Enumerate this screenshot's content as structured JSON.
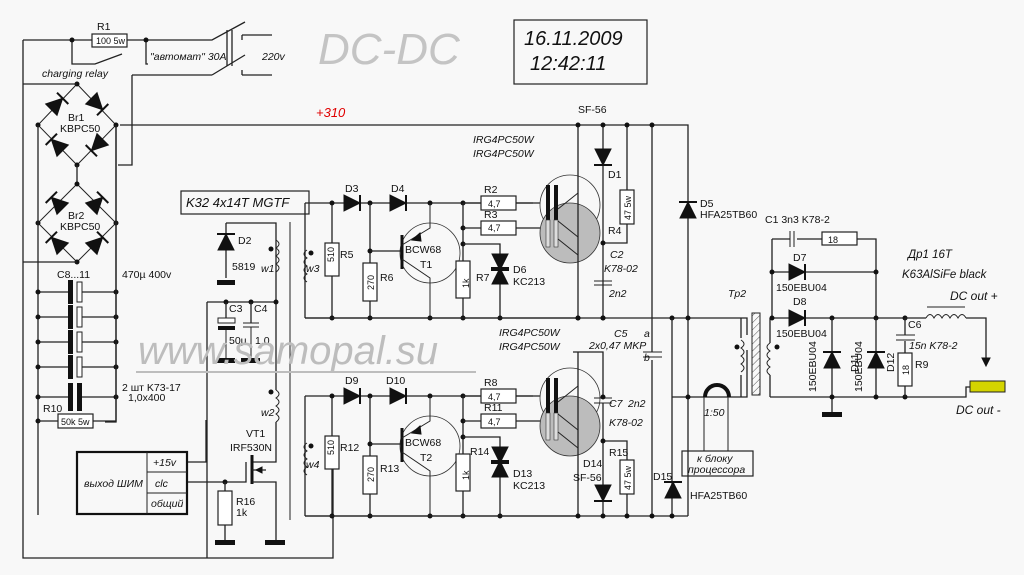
{
  "title": "DC-DC",
  "datetime": {
    "date": "16.11.2009",
    "time": "12:42:11"
  },
  "watermark": "www.samopal.su",
  "rail_label": "+310",
  "colors": {
    "rail": "#e00000",
    "output_connector": "#d4d400",
    "watermark": "#bdbdbd"
  },
  "input": {
    "r1_name": "R1",
    "r1_value": "100 5w",
    "relay_label": "charging relay",
    "breaker_label": "\"автомат\" 30A",
    "mains_label": "220v"
  },
  "bridges": [
    {
      "name": "Br1",
      "part": "KBPC50"
    },
    {
      "name": "Br2",
      "part": "KBPC50"
    }
  ],
  "capacitor_bank": {
    "name": "C8...11",
    "value": "470µ 400v",
    "film_note_line1": "2 шт K73-17",
    "film_note_line2": "1,0x400",
    "r10_name": "R10",
    "r10_value": "50k 5w"
  },
  "aux_supply": {
    "core_label": "K32 4x14T MGTF",
    "d2_name": "D2",
    "d2_part": "5819",
    "c3_name": "C3",
    "c3_value": "50µ",
    "c4_name": "C4",
    "c4_value": "1.0",
    "windings": [
      "w1",
      "w2",
      "w3",
      "w4"
    ],
    "vt1_name": "VT1",
    "vt1_part": "IRF530N",
    "r16_name": "R16",
    "r16_value": "1k"
  },
  "pwm_block": {
    "title": "выход ШИМ",
    "pins": [
      "+15v",
      "clc",
      "общий"
    ]
  },
  "driver_top": {
    "d3": "D3",
    "d4": "D4",
    "r5_name": "R5",
    "r5_value": "510",
    "r6_name": "R6",
    "r6_value": "270",
    "t_part": "BCW68",
    "t_name": "T1",
    "r7_name": "R7",
    "r7_value": "1k",
    "zener_name": "D6",
    "zener_part": "KC213",
    "r2_name": "R2",
    "r2_value": "4,7",
    "r3_name": "R3",
    "r3_value": "4,7"
  },
  "driver_bottom": {
    "d9": "D9",
    "d10": "D10",
    "r12_name": "R12",
    "r12_value": "510",
    "r13_name": "R13",
    "r13_value": "270",
    "t_part": "BCW68",
    "t_name": "T2",
    "r14_name": "R14",
    "r14_value": "1k",
    "zener_name": "D13",
    "zener_part": "KC213",
    "r8_name": "R8",
    "r8_value": "4,7",
    "r11_name": "R11",
    "r11_value": "4,7"
  },
  "igbt_top": {
    "part1": "IRG4PC50W",
    "part2": "IRG4PC50W"
  },
  "igbt_bottom": {
    "part1": "IRG4PC50W",
    "part2": "IRG4PC50W"
  },
  "snubber_top": {
    "diode_part": "SF-56",
    "diode_name": "D1",
    "r4_name": "R4",
    "r4_value": "47 5w",
    "c2_name": "C2",
    "c2_type": "K78-02",
    "c2_value": "2n2"
  },
  "snubber_bottom": {
    "c7_name": "C7",
    "c7_value": "2n2",
    "c7_type": "K78-02",
    "d14_name": "D14",
    "d14_part": "SF-56",
    "r15_name": "R15",
    "r15_value": "47 5w"
  },
  "clamp": {
    "d5_name": "D5",
    "d5_part": "HFA25TB60",
    "d15_name": "D15",
    "d15_part": "HFA25TB60",
    "c5_name": "C5",
    "c5_value": "2x0,47 MKP",
    "c5_a": "a",
    "c5_b": "b"
  },
  "current_sensor": {
    "ratio": "1:50",
    "to_label_line1": "к блоку",
    "to_label_line2": "процессора"
  },
  "transformer": {
    "name": "Tp2"
  },
  "output": {
    "c1_label": "C1  3n3 K78-2",
    "c1_r_value": "18",
    "d7_name": "D7",
    "d7_part": "150EBU04",
    "d8_name": "D8",
    "d8_part": "150EBU04",
    "d11_name": "D11",
    "d11_part": "150EBU04",
    "d12_name": "D12",
    "d12_part": "150EBU04",
    "choke_line1": "Др1   16T",
    "choke_line2": "K63AlSiFe black",
    "c6_name": "C6",
    "c6_value": "15n K78-2",
    "r9_name": "R9",
    "r9_value": "18",
    "dc_plus": "DC out +",
    "dc_minus": "DC out -"
  }
}
